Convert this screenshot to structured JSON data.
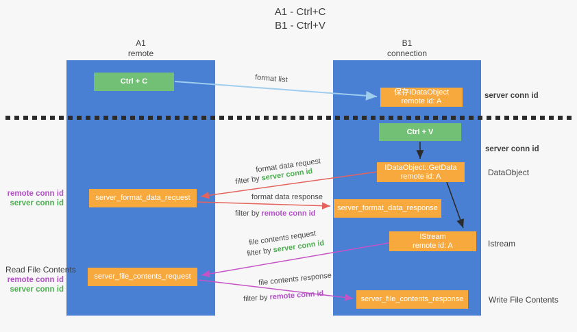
{
  "title": {
    "line1": "A1 - Ctrl+C",
    "line2": "B1 - Ctrl+V"
  },
  "lanes": {
    "left": {
      "name": "A1",
      "role": "remote"
    },
    "right": {
      "name": "B1",
      "role": "connection"
    }
  },
  "nodes": {
    "ctrl_c": {
      "label": "Ctrl + C"
    },
    "save_idataobject": {
      "line1": "保存IDataObject",
      "line2": "remote id: A"
    },
    "ctrl_v": {
      "label": "Ctrl + V"
    },
    "getdata": {
      "line1": "IDataObject::GetData",
      "line2": "remote id: A"
    },
    "format_request": {
      "label": "server_format_data_request"
    },
    "format_response": {
      "label": "server_format_data_response"
    },
    "istream": {
      "line1": "IStream",
      "line2": "remote id: A"
    },
    "file_request": {
      "label": "server_file_contents_request"
    },
    "file_response": {
      "label": "server_file_contents_response"
    }
  },
  "edges": {
    "format_list": {
      "label": "format list"
    },
    "format_data_request": {
      "label": "format data request",
      "filter_prefix": "filter by",
      "filter_id": "server conn id"
    },
    "format_data_response": {
      "label": "format data response",
      "filter_prefix": "filter by",
      "filter_id": "remote conn id"
    },
    "file_contents_request": {
      "label": "file contents request",
      "filter_prefix": "filter by",
      "filter_id": "server conn id"
    },
    "file_contents_response": {
      "label": "file contents response",
      "filter_prefix": "filter by",
      "filter_id": "remote conn id"
    }
  },
  "annotations": {
    "right": {
      "server_conn_id_top": "server conn id",
      "server_conn_id_mid": "server conn id",
      "dataobject": "DataObject",
      "istream": "Istream",
      "write_file_contents": "Write File Contents"
    },
    "left": {
      "read_file_contents": "Read File Contents",
      "format_ids": {
        "remote": "remote conn id",
        "server": "server conn id"
      },
      "file_ids": {
        "remote": "remote conn id",
        "server": "server conn id"
      }
    }
  },
  "colors": {
    "lane_blue": "#4a80d4",
    "node_green": "#72c075",
    "node_orange": "#f8a93e",
    "arrow_light_blue": "#9ecdee",
    "arrow_black": "#2b2b2b",
    "arrow_red": "#e4635c",
    "arrow_magenta": "#c653c6",
    "id_green": "#4caf50",
    "id_purple": "#b44fc8"
  }
}
